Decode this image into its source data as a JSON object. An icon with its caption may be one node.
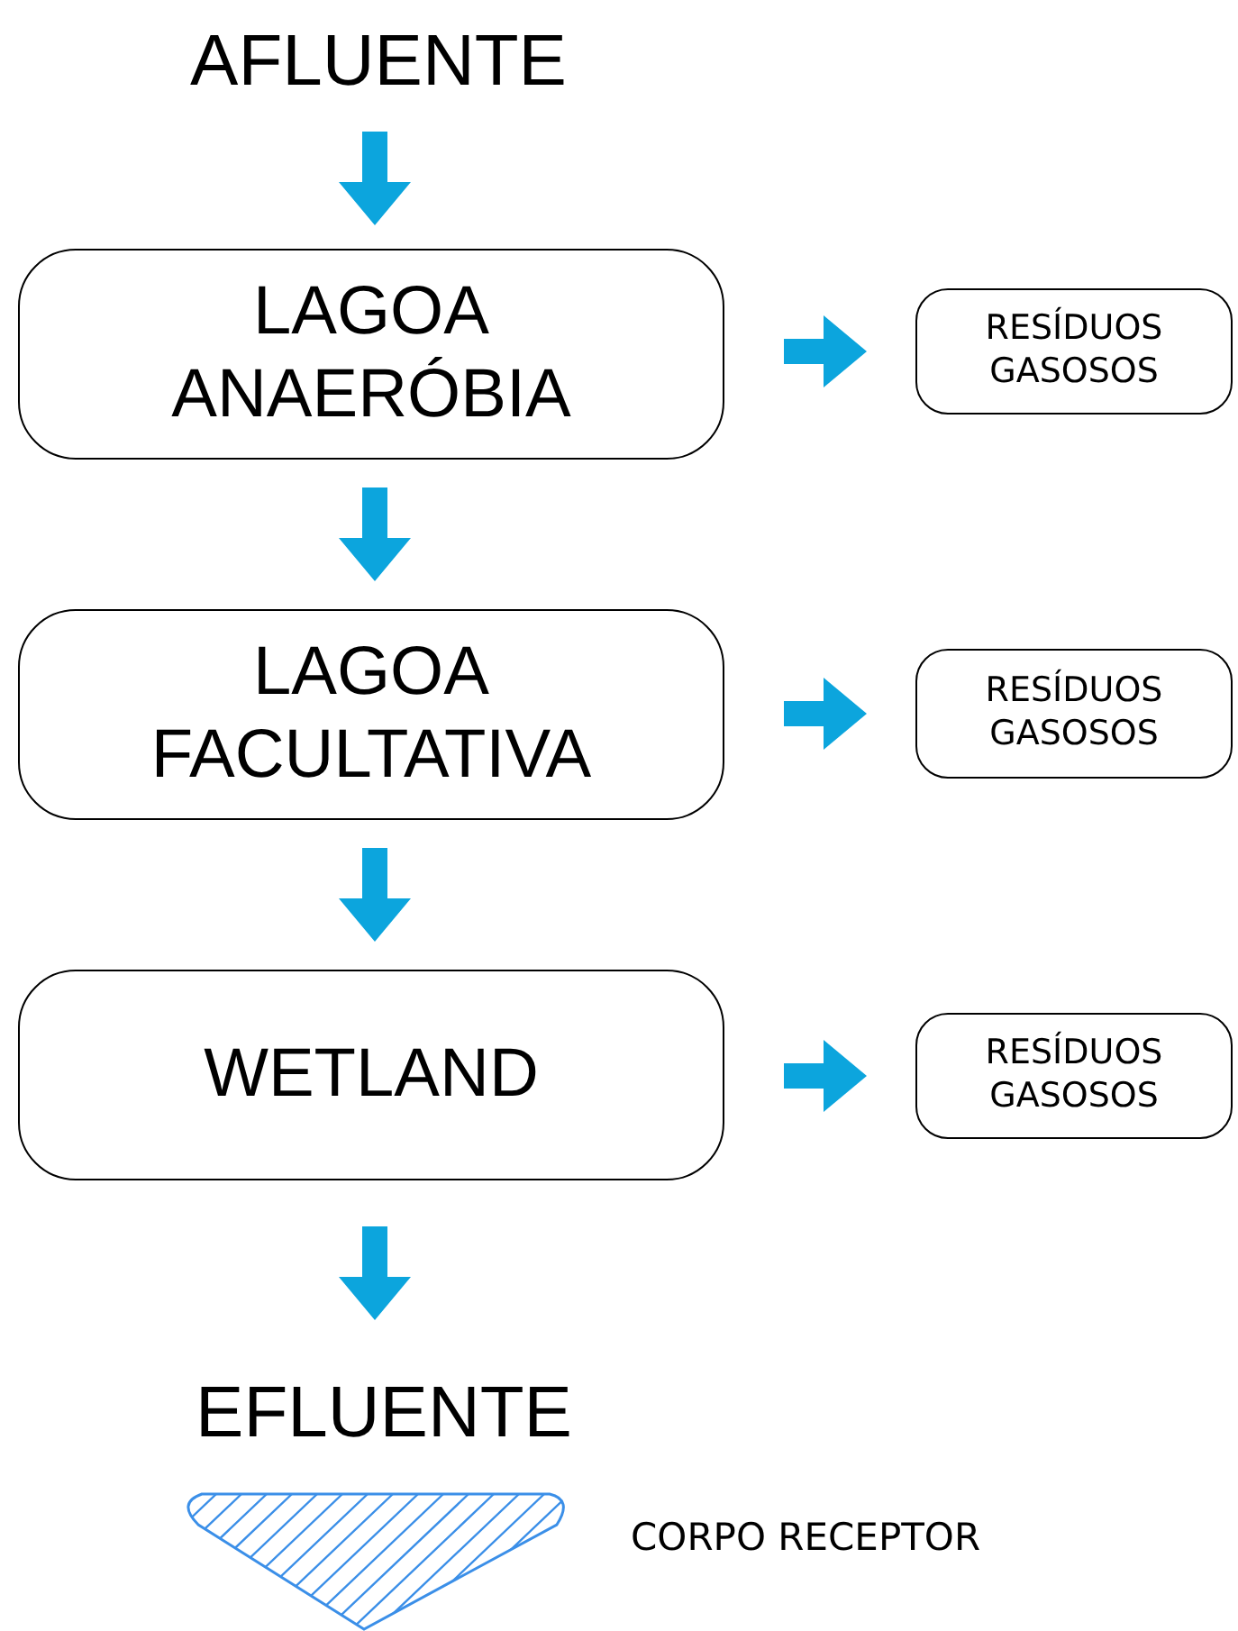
{
  "diagram": {
    "nodes": [
      {
        "text": [
          "AFLUENTE"
        ]
      },
      {
        "text": [
          "LAGOA ANAERÓBIA"
        ]
      },
      {
        "text": [
          "RESÍDUOS GASOSOS"
        ]
      },
      {
        "text": [
          "LAGOA FACULTATIVA"
        ]
      },
      {
        "text": [
          "RESÍDUOS GASOSOS"
        ]
      },
      {
        "text": [
          "WETLAND"
        ]
      },
      {
        "text": [
          "RESÍDUOS GASOSOS"
        ]
      },
      {
        "text": [
          "EFLUENTE"
        ]
      }
    ],
    "edges": [
      {
        "from": 0,
        "to": 1,
        "arrow": "to"
      },
      {
        "from": 1,
        "to": 2,
        "arrow": "to"
      },
      {
        "from": 1,
        "to": 3,
        "arrow": "to"
      },
      {
        "from": 3,
        "to": 4,
        "arrow": "to"
      },
      {
        "from": 3,
        "to": 5,
        "arrow": "to"
      },
      {
        "from": 5,
        "to": 6,
        "arrow": "to"
      },
      {
        "from": 5,
        "to": 7,
        "arrow": "to"
      }
    ],
    "labels": [
      "CORPO RECEPTOR"
    ]
  }
}
